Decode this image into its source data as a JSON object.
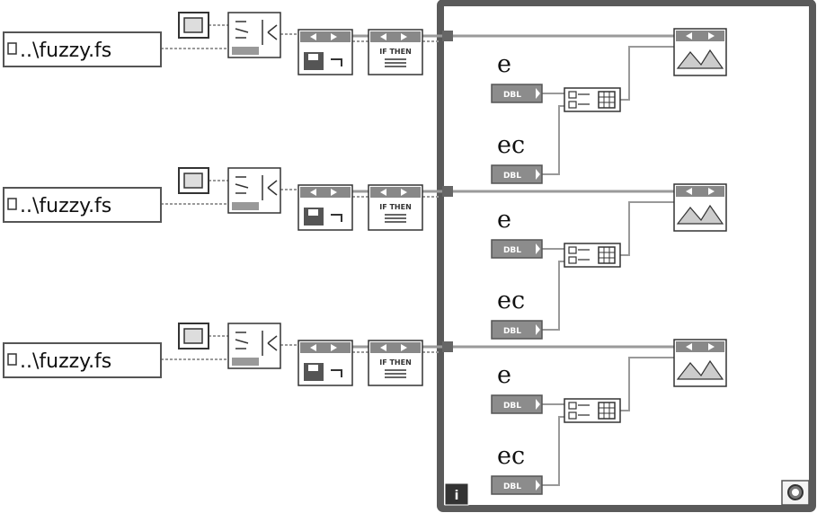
{
  "rows": [
    {
      "path_label": "..\\fuzzy.fs",
      "input_e": "e",
      "input_ec": "ec",
      "dbl_e": "DBL",
      "dbl_ec": "DBL",
      "rules_label": "IF THEN"
    },
    {
      "path_label": "..\\fuzzy.fs",
      "input_e": "e",
      "input_ec": "ec",
      "dbl_e": "DBL",
      "dbl_ec": "DBL",
      "rules_label": "IF THEN"
    },
    {
      "path_label": "..\\fuzzy.fs",
      "input_e": "e",
      "input_ec": "ec",
      "dbl_e": "DBL",
      "dbl_ec": "DBL",
      "rules_label": "IF THEN"
    }
  ],
  "loop": {
    "iteration_label": "i"
  },
  "colors": {
    "wire_pink": "#9a9a9a",
    "loop_frame": "#5a5a5a",
    "dbl_fill": "#8c8c8c",
    "terminal_border": "#555555"
  }
}
